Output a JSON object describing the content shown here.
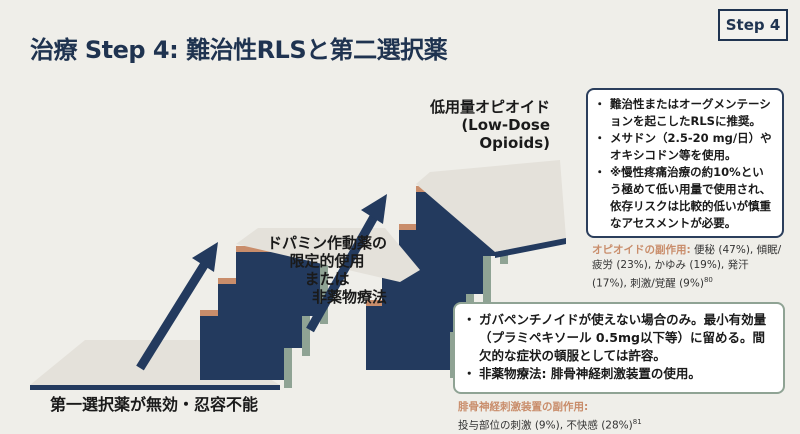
{
  "title": "治療 Step 4: 難治性RLSと第二選択薬",
  "step_badge": "Step 4",
  "labels": {
    "bottom": "第一選択薬が無効・忍容不能",
    "middle": [
      "ドパミン作動薬の",
      "限定的使用",
      "または",
      "非薬物療法"
    ],
    "top": [
      "低用量オピオイド",
      "(Low-Dose",
      "Opioids)"
    ]
  },
  "opioid_box": {
    "items": [
      "難治性またはオーグメンテーションを起こしたRLSに推奨。",
      "メサドン（2.5-20 mg/日）やオキシコドン等を使用。",
      "※慢性疼痛治療の約10%という極めて低い用量で使用され、依存リスクは比較的低いが慎重なアセスメントが必要。"
    ]
  },
  "opioid_side_effects": {
    "heading": "オピオイドの副作用:",
    "text": "便秘 (47%), 傾眠/疲労 (23%), かゆみ (19%), 発汗 (17%), 刺激/覚醒 (9%)",
    "ref": "80"
  },
  "dopamine_box": {
    "items": [
      "ガバペンチノイドが使えない場合のみ。最小有効量（プラミペキソール 0.5mg以下等）に留める。間欠的な症状の頓服としては許容。",
      "非薬物療法: 腓骨神経刺激装置の使用。"
    ]
  },
  "device_side_effects": {
    "heading": "腓骨神経刺激装置の副作用:",
    "text": "投与部位の刺激 (9%), 不快感 (28%)",
    "ref": "81"
  },
  "colors": {
    "navy": "#233a5e",
    "tan": "#c98d6b",
    "shadow": "#8fa394",
    "surface": "#e4e1da"
  }
}
